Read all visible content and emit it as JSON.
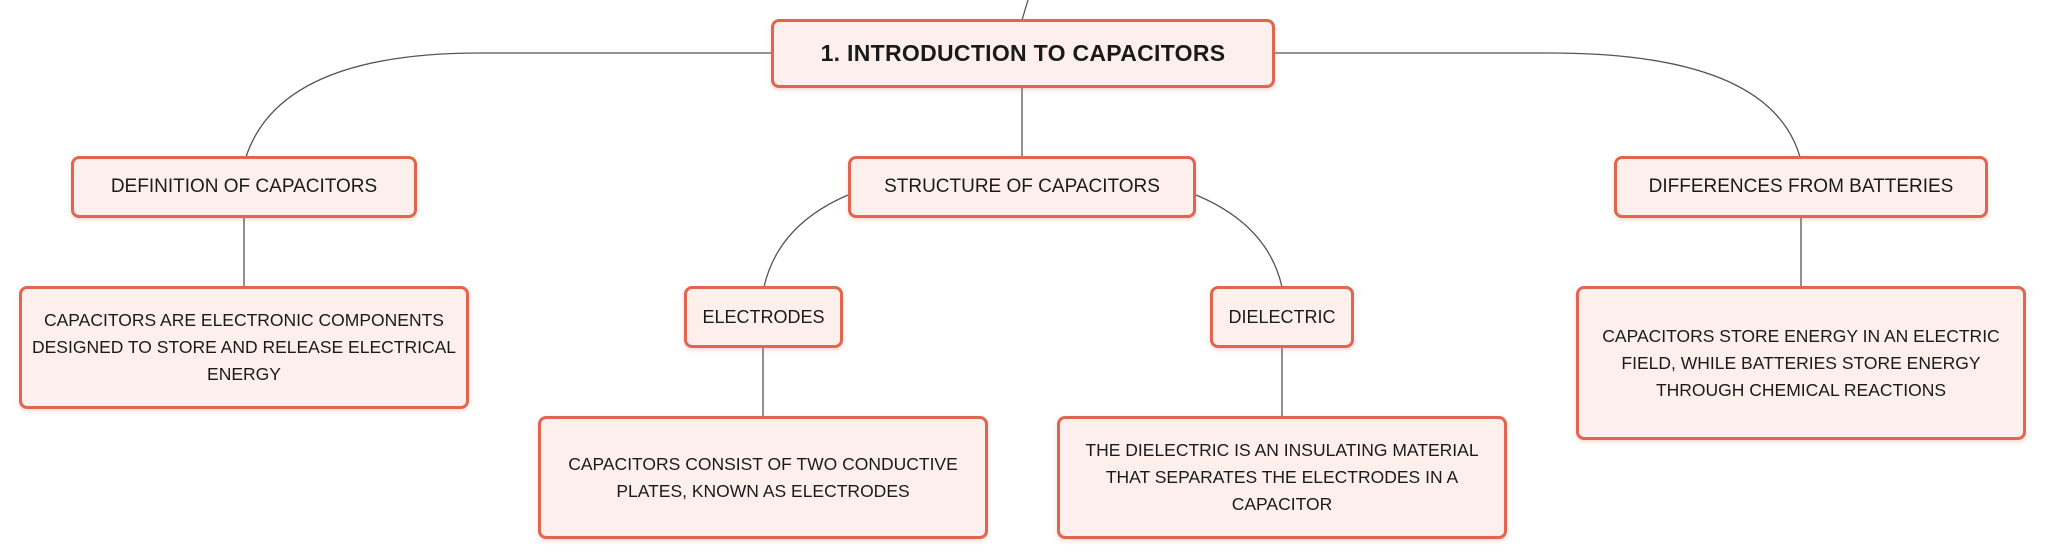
{
  "root": {
    "label": "1. INTRODUCTION TO CAPACITORS"
  },
  "branches": {
    "definition": {
      "label": "DEFINITION OF CAPACITORS",
      "detail": "CAPACITORS ARE ELECTRONIC COMPONENTS DESIGNED TO STORE AND RELEASE ELECTRICAL ENERGY"
    },
    "structure": {
      "label": "STRUCTURE OF CAPACITORS",
      "electrodes": {
        "label": "ELECTRODES",
        "detail": "CAPACITORS CONSIST OF TWO CONDUCTIVE PLATES, KNOWN AS ELECTRODES"
      },
      "dielectric": {
        "label": "DIELECTRIC",
        "detail": "THE DIELECTRIC IS AN INSULATING MATERIAL THAT SEPARATES THE ELECTRODES IN A CAPACITOR"
      }
    },
    "differences": {
      "label": "DIFFERENCES FROM BATTERIES",
      "detail": "CAPACITORS STORE ENERGY IN AN ELECTRIC FIELD, WHILE BATTERIES STORE ENERGY THROUGH CHEMICAL REACTIONS"
    }
  },
  "colors": {
    "node_border": "#e06650",
    "node_fill": "#fdf0ec",
    "connector": "#555555"
  }
}
